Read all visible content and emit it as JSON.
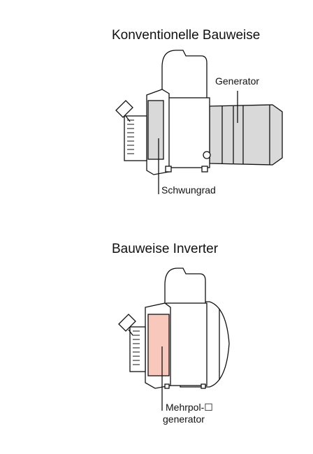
{
  "top": {
    "title": "Konventionelle Bauweise",
    "label_generator": "Generator",
    "label_flywheel": "Schwungrad"
  },
  "bottom": {
    "title": "Bauweise Inverter",
    "label_multipole_line1": "Mehrpol-☐",
    "label_multipole_line2": "generator"
  },
  "colors": {
    "outline": "#111111",
    "generator_fill": "#d9d9d9",
    "flywheel_fill": "#d9d9d9",
    "multipole_fill": "#f8c8bc"
  }
}
